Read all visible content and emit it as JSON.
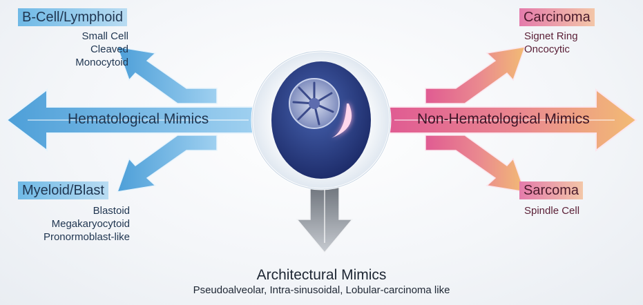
{
  "left": {
    "main_label": "Hematological Mimics",
    "top": {
      "title": "B-Cell/Lymphoid",
      "items": [
        "Small Cell",
        "Cleaved",
        "Monocytoid"
      ]
    },
    "bottom": {
      "title": "Myeloid/Blast",
      "items": [
        "Blastoid",
        "Megakaryocytoid",
        "Pronormoblast-like"
      ]
    }
  },
  "right": {
    "main_label": "Non-Hematological Mimics",
    "top": {
      "title": "Carcinoma",
      "items": [
        "Signet Ring",
        "Oncocytic"
      ]
    },
    "bottom": {
      "title": "Sarcoma",
      "items": [
        "Spindle Cell"
      ]
    }
  },
  "bottom": {
    "title": "Architectural Mimics",
    "subtitle": "Pseudoalveolar, Intra-sinusoidal, Lobular-carcinoma like"
  },
  "colors": {
    "blue": "#5aa7dc",
    "pink": "#e66a9a",
    "orange": "#f0b276",
    "gray": "#9ea3aa",
    "cell": "#2a3d8a"
  }
}
